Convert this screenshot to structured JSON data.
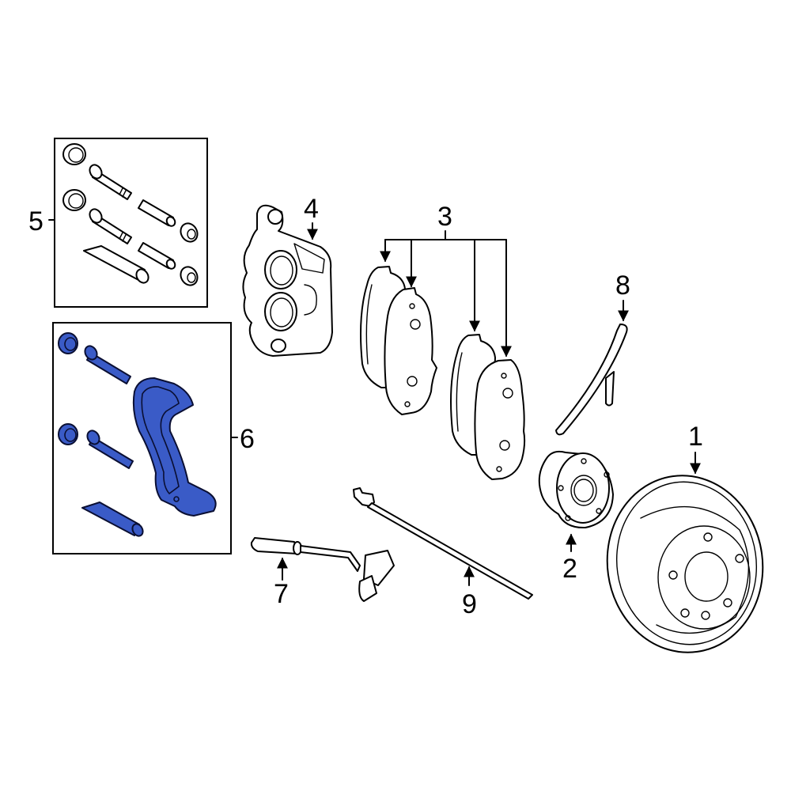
{
  "diagram": {
    "title": "Front brake assembly exploded parts diagram",
    "highlight_color": "#3a5bc7",
    "line_color": "#000000",
    "background": "#ffffff",
    "highlighted_part": "6",
    "callouts": [
      {
        "number": "1",
        "part": "brake-rotor"
      },
      {
        "number": "2",
        "part": "wheel-hub"
      },
      {
        "number": "3",
        "part": "brake-pads"
      },
      {
        "number": "4",
        "part": "brake-caliper"
      },
      {
        "number": "5",
        "part": "caliper-hardware-kit"
      },
      {
        "number": "6",
        "part": "caliper-bracket-kit"
      },
      {
        "number": "7",
        "part": "pad-wear-sensor"
      },
      {
        "number": "8",
        "part": "brake-hose-clip"
      },
      {
        "number": "9",
        "part": "pad-wear-sensor-wire"
      }
    ]
  },
  "labels": {
    "l1": "1",
    "l2": "2",
    "l3": "3",
    "l4": "4",
    "l5": "5",
    "l6": "6",
    "l7": "7",
    "l8": "8",
    "l9": "9"
  }
}
